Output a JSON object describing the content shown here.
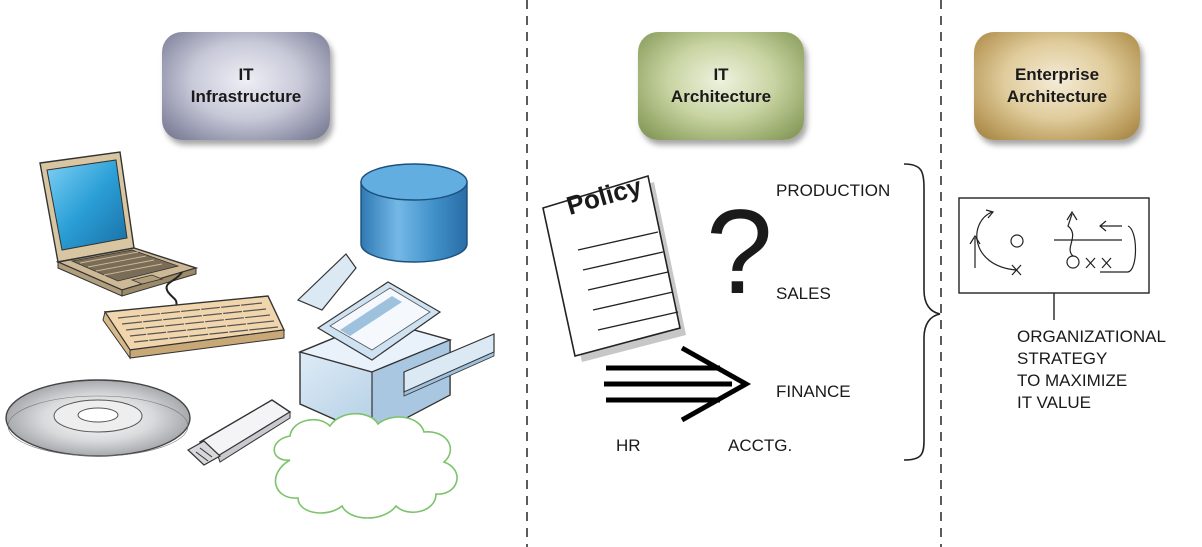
{
  "columns": {
    "infrastructure": {
      "title_lines": [
        "IT",
        "Infrastructure"
      ]
    },
    "architecture": {
      "title_lines": [
        "IT",
        "Architecture"
      ],
      "policy_label": "Policy",
      "question_mark": "?",
      "departments": {
        "production": "PRODUCTION",
        "sales": "SALES",
        "finance": "FINANCE",
        "hr": "HR",
        "acctg": "ACCTG."
      }
    },
    "enterprise": {
      "title_lines": [
        "Enterprise",
        "Architecture"
      ],
      "strategy_lines": [
        "ORGANIZATIONAL",
        "STRATEGY",
        "TO MAXIMIZE",
        "IT VALUE"
      ]
    }
  },
  "colors": {
    "divider": "#333333",
    "badge_infra": "#8e90a8",
    "badge_arch": "#96a86a",
    "badge_enterprise": "#b99a5a",
    "laptop_screen": "#2a9fd6",
    "database": "#3f8fc8",
    "printer": "#bcd6ea",
    "keyboard": "#f1d6ad",
    "cloud": "#7cc36c"
  },
  "icons": [
    "laptop-icon",
    "keyboard-icon",
    "cd-icon",
    "usb-drive-icon",
    "database-icon",
    "fax-printer-icon",
    "cloud-icon",
    "policy-document-icon",
    "triple-arrow-icon",
    "curly-brace-icon",
    "strategy-playbook-icon"
  ]
}
